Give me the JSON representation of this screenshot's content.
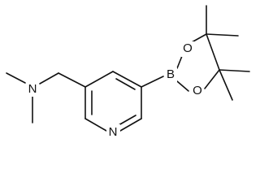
{
  "molecule": {
    "atoms": {
      "amine_n": "N",
      "pyridine_n": "N",
      "boron": "B",
      "oxygen_top": "O",
      "oxygen_bottom": "O"
    },
    "colors": {
      "bond": "#111111",
      "text": "#111111",
      "background": "#ffffff"
    }
  }
}
